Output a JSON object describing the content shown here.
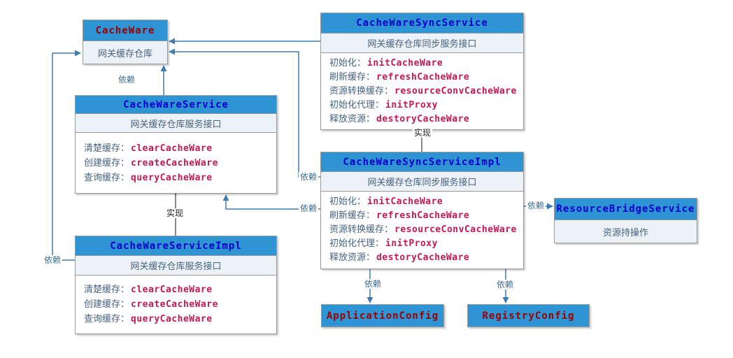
{
  "labels": {
    "depend": "依赖",
    "implement": "实现"
  },
  "colors": {
    "header_blue": "#2f94d3",
    "subtitle_bg": "#edf1f8",
    "title_blue": "#0000cd",
    "title_dark_red": "#990000",
    "method_name_crimson": "#c31952",
    "chinese_text": "#46627f",
    "dependency_line": "#3e7cb1",
    "implement_line": "#4a4a4a",
    "box_border": "#9b9b9b"
  },
  "boxes": {
    "cacheware": {
      "title": "CacheWare",
      "body": "网关缓存仓库"
    },
    "cacheware_service": {
      "title": "CacheWareService",
      "subtitle": "网关缓存仓库服务接口",
      "methods": [
        {
          "label": "清楚缓存：",
          "name": "clearCacheWare"
        },
        {
          "label": "创建缓存：",
          "name": "createCacheWare"
        },
        {
          "label": "查询缓存：",
          "name": "queryCacheWare"
        }
      ]
    },
    "cacheware_service_impl": {
      "title": "CacheWareServiceImpl",
      "subtitle": "网关缓存仓库服务接口",
      "methods": [
        {
          "label": "清楚缓存：",
          "name": "clearCacheWare"
        },
        {
          "label": "创建缓存：",
          "name": "createCacheWare"
        },
        {
          "label": "查询缓存：",
          "name": "queryCacheWare"
        }
      ]
    },
    "cacheware_sync_service": {
      "title": "CacheWareSyncService",
      "subtitle": "网关缓存仓库同步服务接口",
      "methods": [
        {
          "label": "初始化：",
          "name": "initCacheWare"
        },
        {
          "label": "刷新缓存：",
          "name": "refreshCacheWare"
        },
        {
          "label": "资源转换缓存：",
          "name": "resourceConvCacheWare"
        },
        {
          "label": "初始化代理：",
          "name": "initProxy"
        },
        {
          "label": "释放资源：",
          "name": "destoryCacheWare"
        }
      ]
    },
    "cacheware_sync_service_impl": {
      "title": "CacheWareSyncServiceImpl",
      "subtitle": "网关缓存仓库同步服务接口",
      "methods": [
        {
          "label": "初始化：",
          "name": "initCacheWare"
        },
        {
          "label": "刷新缓存：",
          "name": "refreshCacheWare"
        },
        {
          "label": "资源转换缓存：",
          "name": "resourceConvCacheWare"
        },
        {
          "label": "初始化代理：",
          "name": "initProxy"
        },
        {
          "label": "释放资源：",
          "name": "destoryCacheWare"
        }
      ]
    },
    "resource_bridge_service": {
      "title": "ResourceBridgeService",
      "body": "资源持操作"
    },
    "application_config": {
      "title": "ApplicationConfig"
    },
    "registry_config": {
      "title": "RegistryConfig"
    }
  }
}
